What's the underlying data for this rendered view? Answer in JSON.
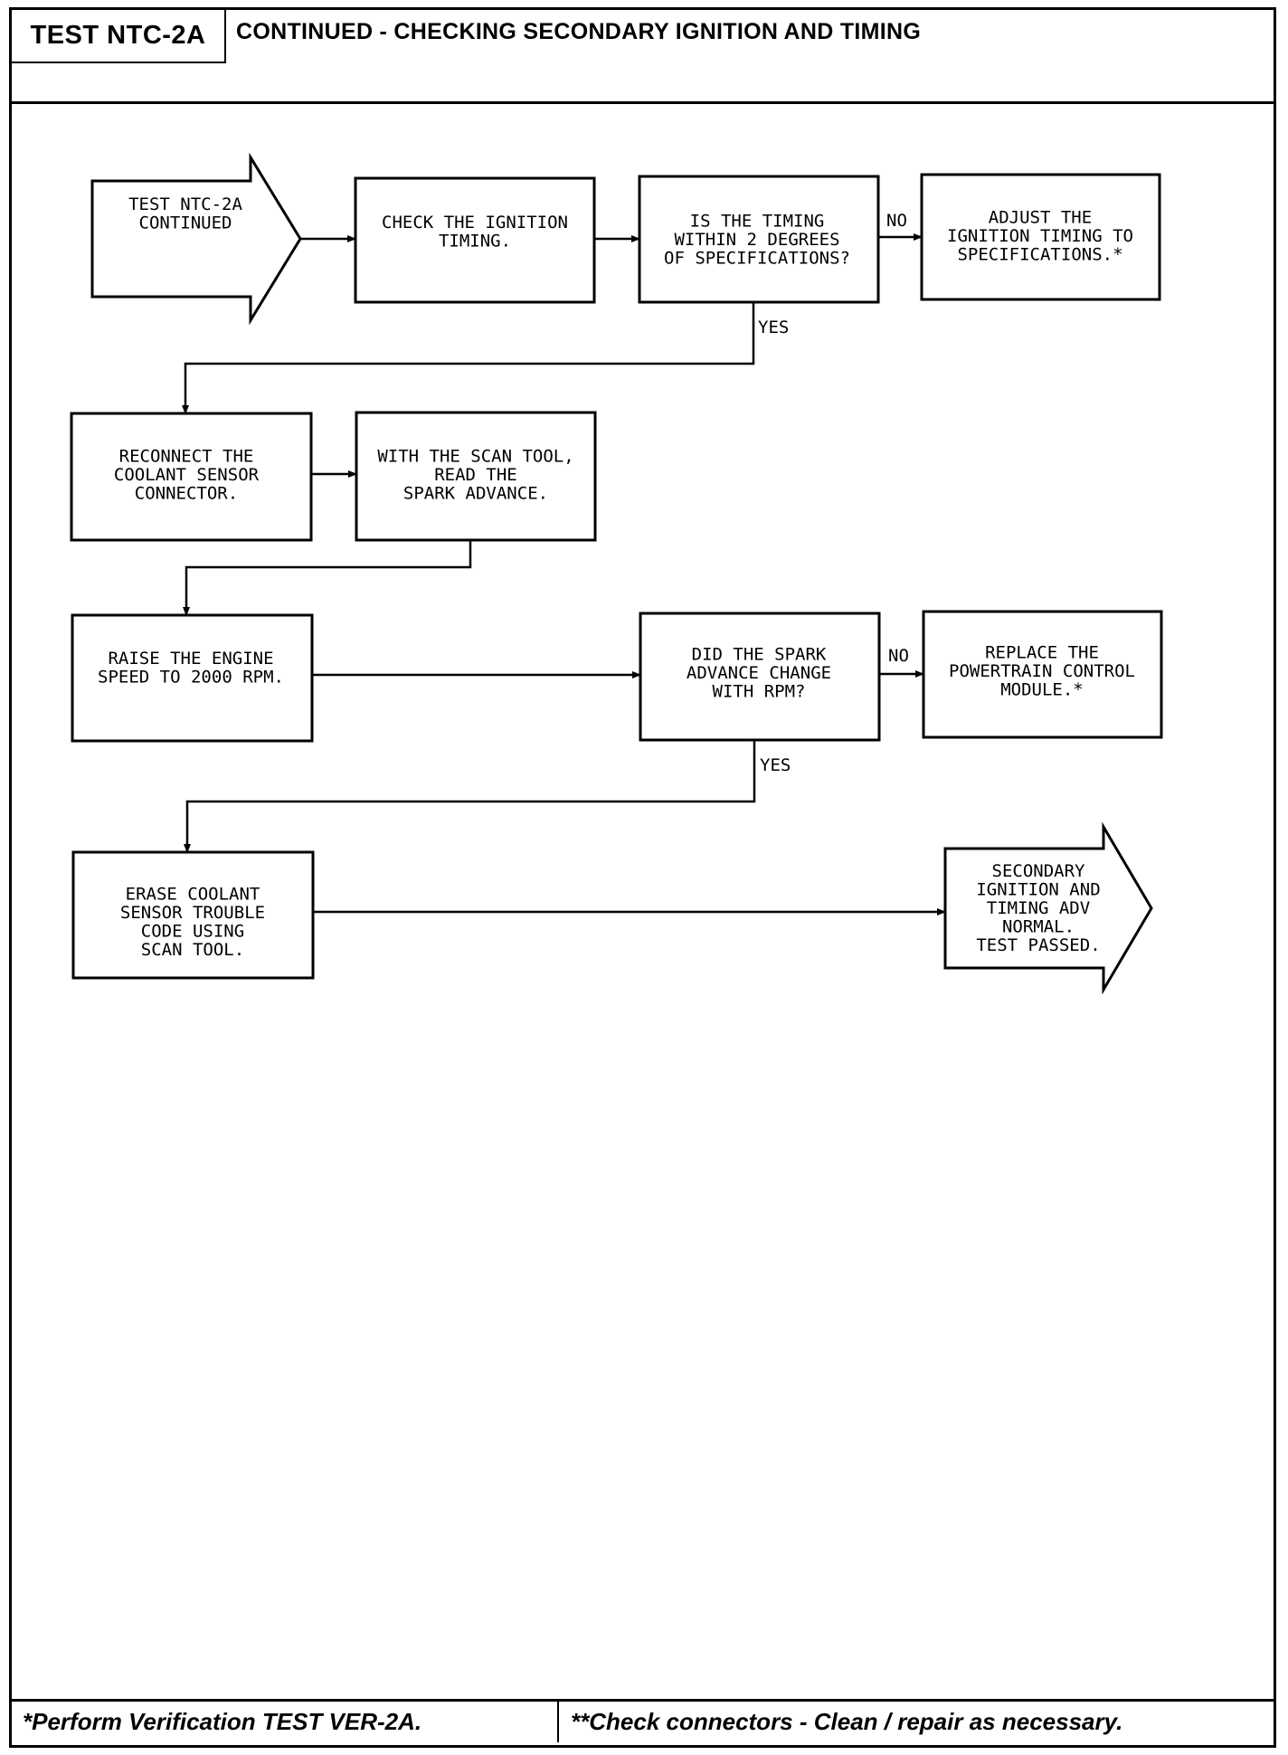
{
  "header": {
    "test_id": "TEST NTC-2A",
    "title": "CONTINUED - CHECKING SECONDARY IGNITION AND TIMING"
  },
  "flowchart": {
    "nodes": {
      "start": [
        "TEST NTC-2A",
        "CONTINUED"
      ],
      "check_timing": [
        "CHECK THE IGNITION",
        "TIMING."
      ],
      "timing_question": [
        "IS THE TIMING",
        "WITHIN 2 DEGREES",
        "OF SPECIFICATIONS?"
      ],
      "adjust_timing": [
        "ADJUST THE",
        "IGNITION TIMING TO",
        "SPECIFICATIONS.*"
      ],
      "reconnect": [
        "RECONNECT THE",
        "COOLANT SENSOR",
        "CONNECTOR."
      ],
      "scan_tool": [
        "WITH THE SCAN TOOL,",
        "READ THE",
        "SPARK ADVANCE."
      ],
      "raise_speed": [
        "RAISE THE ENGINE",
        "SPEED TO 2000 RPM."
      ],
      "advance_question": [
        "DID THE SPARK",
        "ADVANCE CHANGE",
        "WITH RPM?"
      ],
      "replace_pcm": [
        "REPLACE THE",
        "POWERTRAIN CONTROL",
        "MODULE.*"
      ],
      "erase_code": [
        "ERASE COOLANT",
        "SENSOR TROUBLE",
        "CODE USING",
        "SCAN TOOL."
      ],
      "end": [
        "SECONDARY",
        "IGNITION AND",
        "TIMING ADV",
        "NORMAL.",
        "TEST PASSED."
      ]
    },
    "labels": {
      "no": "NO",
      "yes": "YES"
    }
  },
  "footer": {
    "note_left": "*Perform Verification TEST VER-2A.",
    "note_right": "**Check connectors - Clean / repair as necessary."
  }
}
